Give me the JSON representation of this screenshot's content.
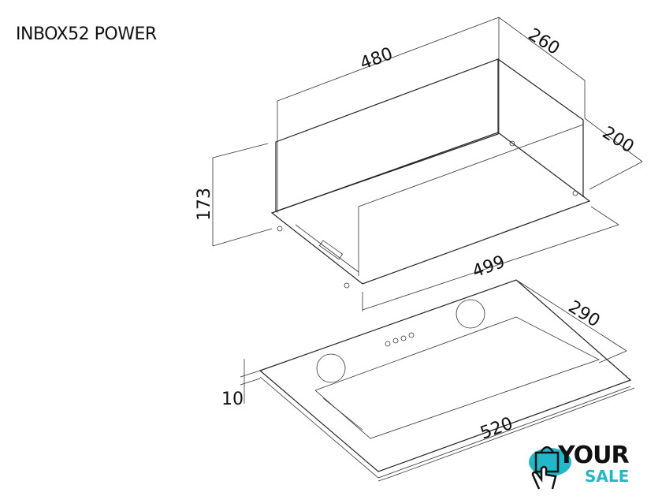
{
  "title": "INBOX52 POWER",
  "dimensions": {
    "top_width": "480",
    "top_depth": "260",
    "top_inner_depth": "200",
    "height": "173",
    "flange_width": "499",
    "panel_depth": "290",
    "panel_thickness": "10",
    "panel_width": "520"
  },
  "logo": {
    "line1": "YOUR",
    "line2": "SALE",
    "accent": "#22b8c9"
  }
}
